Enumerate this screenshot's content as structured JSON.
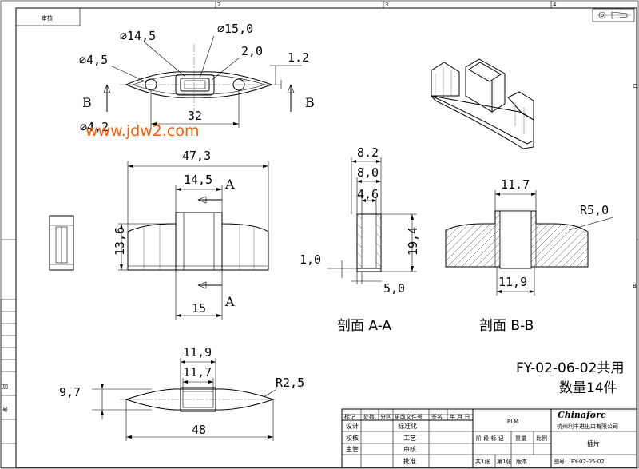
{
  "sheet": {
    "top_corner_label": "审核",
    "left_labels": [
      "加",
      "号"
    ],
    "top_numbers": [
      "2",
      "3",
      "4"
    ],
    "right_letters": [
      "C",
      "B"
    ]
  },
  "watermark": "www.jdw2.com",
  "top_view": {
    "dims": [
      "⌀14,5",
      "⌀15,0",
      "⌀4,5",
      "2,0",
      "1.2",
      "32",
      "⌀4,2"
    ],
    "section_letters": [
      "B",
      "B"
    ]
  },
  "front_view": {
    "dims": [
      "47,3",
      "14,5",
      "13,6",
      "15"
    ],
    "section_letters": [
      "A",
      "A"
    ]
  },
  "section_aa": {
    "dims": [
      "8.2",
      "8,0",
      "4,6",
      "19,4",
      "1,0",
      "5,0"
    ],
    "caption": "剖面  A-A"
  },
  "section_bb": {
    "dims": [
      "11.7",
      "R5,0",
      "11,9"
    ],
    "caption": "剖面  B-B"
  },
  "bottom_view": {
    "dims": [
      "11,9",
      "11,7",
      "R2,5",
      "9,7",
      "48"
    ]
  },
  "notes": {
    "line1": "FY-02-06-02共用",
    "line2": "数量14件"
  },
  "title_block": {
    "header_cells": [
      "标记",
      "处数",
      "分区",
      "更改文件号",
      "签名",
      "年 月 日"
    ],
    "row_labels": [
      "设计",
      "校核",
      "主管"
    ],
    "mid_labels": [
      "标准化",
      "工艺",
      "审核",
      "批准"
    ],
    "plm": "PLM",
    "stage_labels": [
      "阶 段 标 记",
      "重量",
      "比例"
    ],
    "sheet_info": [
      "共1张",
      "第1张",
      "版本"
    ],
    "company_logo": "Chinaforc",
    "company": "杭州利丰进出口有限公司",
    "part_name": "插片",
    "drawing_no_label": "图号:",
    "drawing_no": "FY-02-05-02"
  }
}
